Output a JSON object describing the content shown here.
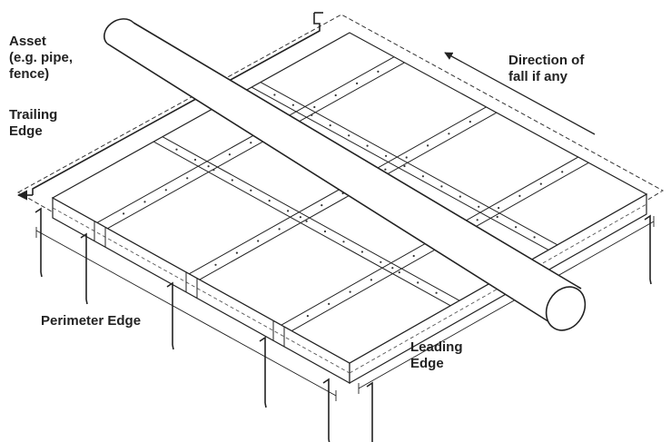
{
  "labels": {
    "asset": "Asset\n(e.g. pipe,\nfence)",
    "trailing_edge": "Trailing\nEdge",
    "direction_of_fall": "Direction of\nfall if any",
    "perimeter_edge": "Perimeter Edge",
    "leading_edge": "Leading\nEdge"
  },
  "colors": {
    "line": "#222222",
    "fill": "#ffffff"
  }
}
